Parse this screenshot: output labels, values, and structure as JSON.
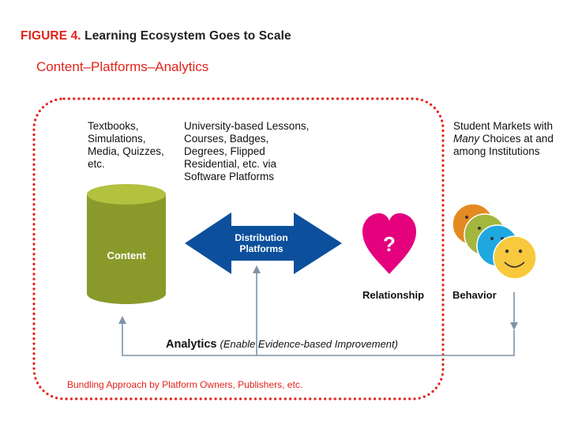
{
  "figure": {
    "label": "FIGURE 4.",
    "title": "Learning Ecosystem Goes to Scale",
    "subtitle": "Content–Platforms–Analytics"
  },
  "content_column": {
    "text_lines": [
      "Textbooks,",
      "Simulations,",
      "Media, Quizzes,",
      "etc."
    ],
    "cylinder_label": "Content"
  },
  "platforms_column": {
    "text_lines": [
      "University-based Lessons,",
      "Courses, Badges,",
      "Degrees, Flipped",
      "Residential, etc. via",
      "Software Platforms"
    ],
    "arrow_label_lines": [
      "Distribution",
      "Platforms"
    ]
  },
  "relationship": {
    "symbol": "?",
    "label": "Relationship"
  },
  "students_column": {
    "text_line_1": "Student Markets with",
    "text_line_2_italic": "Many",
    "text_line_2_rest": " Choices at and",
    "text_line_3": "among Institutions",
    "label": "Behavior"
  },
  "analytics": {
    "label": "Analytics",
    "note": "(Enable Evidence-based Improvement)"
  },
  "bundling_note": "Bundling Approach by Platform Owners, Publishers, etc.",
  "colors": {
    "accent_red": "#e2231a",
    "cylinder_body": "#8a9a2a",
    "cylinder_top": "#b2c13e",
    "arrow_blue": "#0c4f9c",
    "heart_pink": "#e5007e",
    "connector_gray": "#7f93a7",
    "face_orange": "#e58a22",
    "face_green": "#a3b63e",
    "face_blue": "#1fa8e0",
    "face_yellow": "#f8c93c"
  }
}
